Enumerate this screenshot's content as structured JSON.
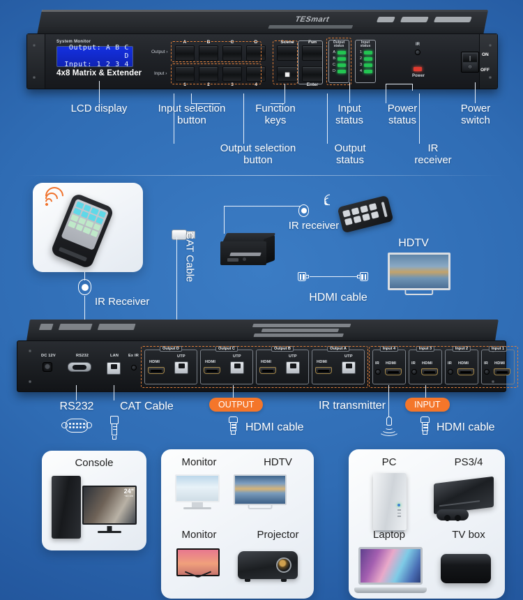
{
  "front_panel": {
    "system_monitor_label": "System Monitor",
    "lcd_line1": "Output: A B C D",
    "lcd_line2": "Input: 1 2 3 4",
    "model_name": "4x8 Matrix & Extender",
    "output_row_label": "Output",
    "input_row_label": "Input",
    "output_buttons": [
      "A",
      "B",
      "C",
      "D"
    ],
    "input_buttons": [
      "1",
      "2",
      "3",
      "4"
    ],
    "function_keys": [
      "Scene",
      "Fun",
      "grid-icon",
      "Enter"
    ],
    "output_status_title": "Output status",
    "output_status_leds": [
      "A",
      "B",
      "C",
      "D"
    ],
    "input_status_title": "Input status",
    "input_status_leds": [
      "1",
      "2",
      "3",
      "4"
    ],
    "ir_label": "IR",
    "power_label": "Power",
    "switch_on": "ON",
    "switch_off": "OFF"
  },
  "front_callouts": [
    {
      "label": "LCD display"
    },
    {
      "label": "Input selection\nbutton",
      "line1": "Input selection",
      "line2": "button"
    },
    {
      "label": "Output selection\nbutton",
      "line1": "Output selection",
      "line2": "button"
    },
    {
      "label": "Function\nkeys",
      "line1": "Function",
      "line2": "keys"
    },
    {
      "label": "Output\nstatus",
      "line1": "Output",
      "line2": "status"
    },
    {
      "label": "Input\nstatus",
      "line1": "Input",
      "line2": "status"
    },
    {
      "label": "Power\nstatus",
      "line1": "Power",
      "line2": "status"
    },
    {
      "label": "IR\nreceiver",
      "line1": "IR",
      "line2": "receiver"
    },
    {
      "label": "Power\nswitch",
      "line1": "Power",
      "line2": "switch"
    }
  ],
  "middle": {
    "remote_card_icon": "remote-control",
    "ir_receiver_left_label": "IR Receiver",
    "cat_cable_label": "CAT Cable",
    "ir_receiver_right_label": "IR receiver",
    "hdtv_label": "HDTV",
    "hdmi_cable_label": "HDMI cable"
  },
  "rear_panel": {
    "left_ports": [
      "DC 12V",
      "RS232",
      "LAN",
      "Ex IR"
    ],
    "output_groups": [
      {
        "name": "Output D",
        "ports": [
          "HDMI",
          "UTP"
        ]
      },
      {
        "name": "Output C",
        "ports": [
          "HDMI",
          "UTP"
        ]
      },
      {
        "name": "Output B",
        "ports": [
          "HDMI",
          "UTP"
        ]
      },
      {
        "name": "Output A",
        "ports": [
          "HDMI",
          "UTP"
        ]
      }
    ],
    "input_groups": [
      {
        "name": "Input 4",
        "ports": [
          "IR",
          "HDMI"
        ]
      },
      {
        "name": "Input 3",
        "ports": [
          "IR",
          "HDMI"
        ]
      },
      {
        "name": "Input 2",
        "ports": [
          "IR",
          "HDMI"
        ]
      },
      {
        "name": "Input 1",
        "ports": [
          "IR",
          "HDMI"
        ]
      }
    ]
  },
  "rear_callouts": {
    "rs232": "RS232",
    "cat_cable": "CAT Cable",
    "output_badge": "OUTPUT",
    "hdmi_cable_out": "HDMI cable",
    "ir_transmitter": "IR transmitter",
    "input_badge": "INPUT",
    "hdmi_cable_in": "HDMI cable"
  },
  "bottom_cards": {
    "console": {
      "title": "Console"
    },
    "displays": [
      {
        "title": "Monitor"
      },
      {
        "title": "HDTV"
      },
      {
        "title": "Monitor"
      },
      {
        "title": "Projector"
      }
    ],
    "sources": [
      {
        "title": "PC"
      },
      {
        "title": "PS3/4"
      },
      {
        "title": "Laptop"
      },
      {
        "title": "TV box"
      }
    ]
  },
  "colors": {
    "background_blue": "#2f6cb4",
    "accent_orange": "#f4762a",
    "dashed_orange": "#e2803a",
    "led_green": "#23c552",
    "led_red": "#e03a2f",
    "lcd_blue": "#1430e0"
  }
}
